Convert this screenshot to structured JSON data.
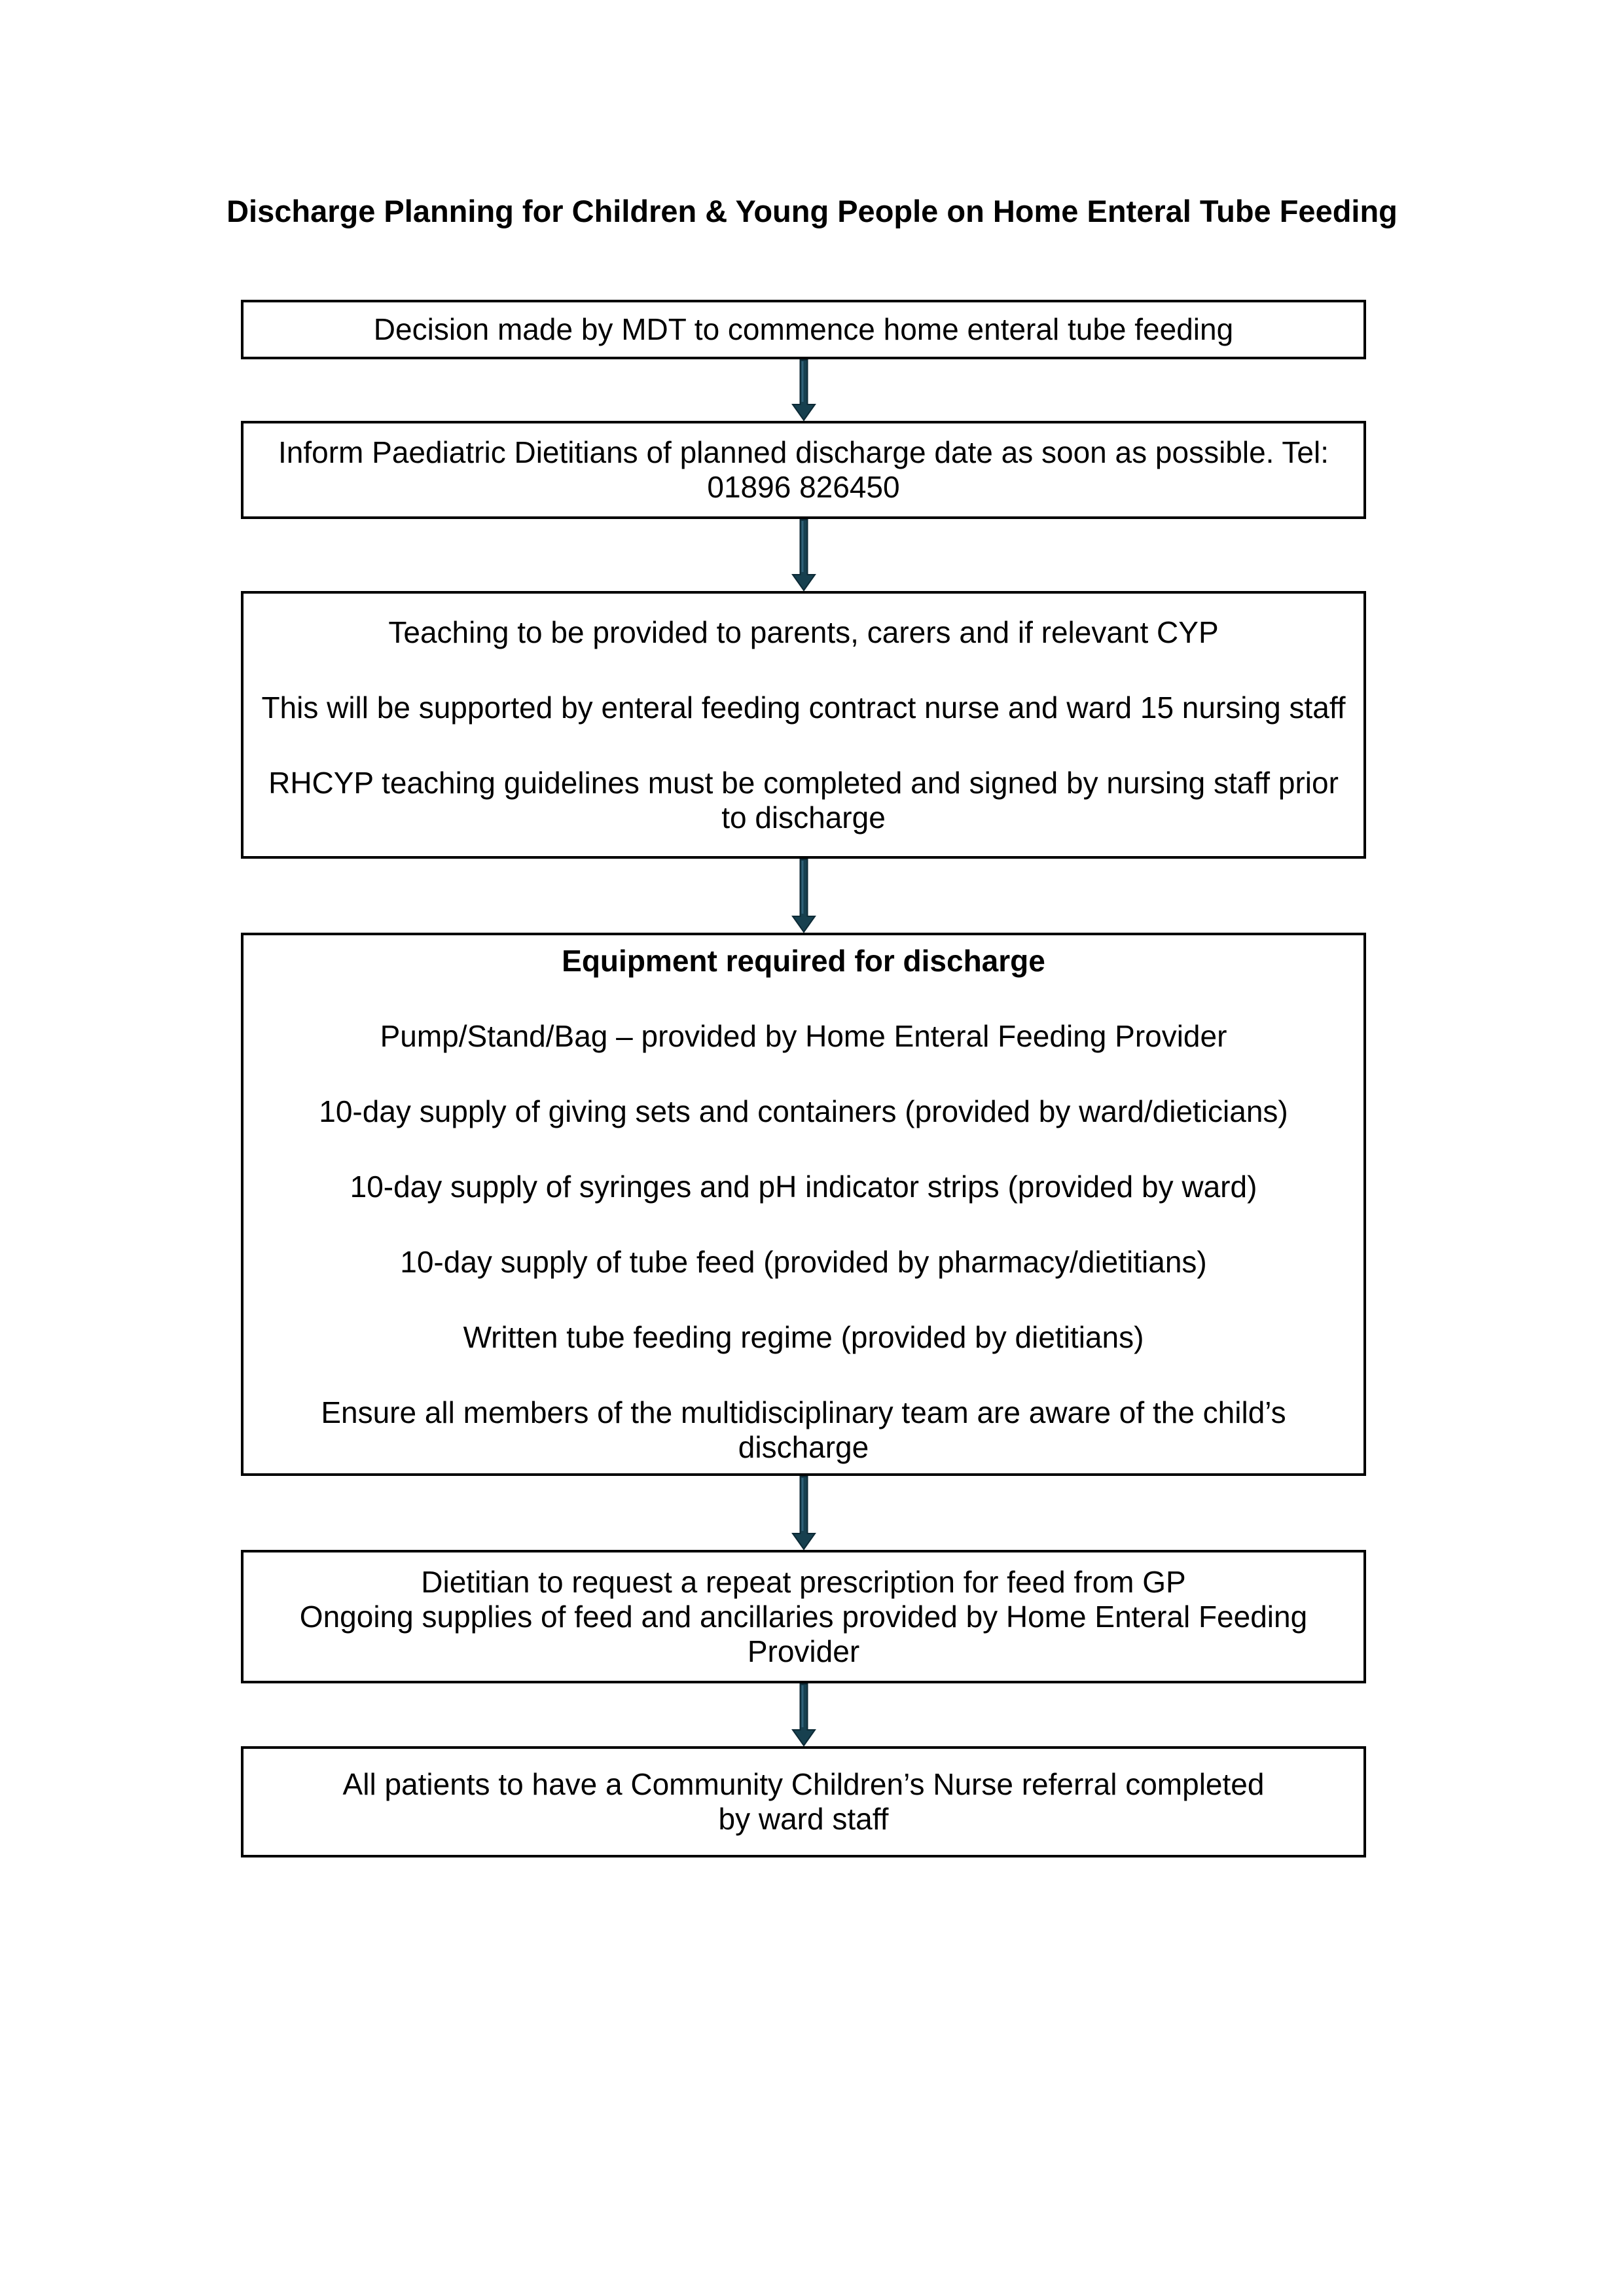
{
  "page": {
    "title": "Discharge Planning for Children & Young People on Home Enteral Tube Feeding"
  },
  "colors": {
    "arrow_fill": "#17404f",
    "arrow_outline": "#0d2a36",
    "arrow_highlight": "#2f6178",
    "box_border": "#000000"
  },
  "flow": {
    "box1": {
      "text": "Decision made by MDT to commence home enteral tube feeding"
    },
    "box2": {
      "text": "Inform Paediatric Dietitians of planned discharge date as soon as possible. Tel:\n01896 826450"
    },
    "box3": {
      "p1": "Teaching to be provided to parents, carers and if relevant CYP",
      "p2": "This will be supported by enteral feeding contract nurse and ward 15 nursing staff",
      "p3": "RHCYP teaching guidelines must be completed and signed by nursing staff prior\nto discharge"
    },
    "box4": {
      "heading": "Equipment required for discharge",
      "p1": "Pump/Stand/Bag – provided by Home Enteral Feeding Provider",
      "p2": "10-day supply of giving sets and containers (provided by ward/dieticians)",
      "p3": "10-day supply of syringes and pH indicator strips (provided by ward)",
      "p4": "10-day supply of tube feed (provided by pharmacy/dietitians)",
      "p5": "Written tube feeding regime (provided by dietitians)",
      "p6": "Ensure all members of the multidisciplinary team are aware of the child’s\ndischarge"
    },
    "box5": {
      "p1": "Dietitian to request a repeat prescription for feed from GP",
      "p2": "Ongoing supplies of feed and ancillaries provided by Home Enteral Feeding\nProvider"
    },
    "box6": {
      "text": "All patients to have a Community Children’s Nurse referral completed\nby ward staff"
    }
  }
}
